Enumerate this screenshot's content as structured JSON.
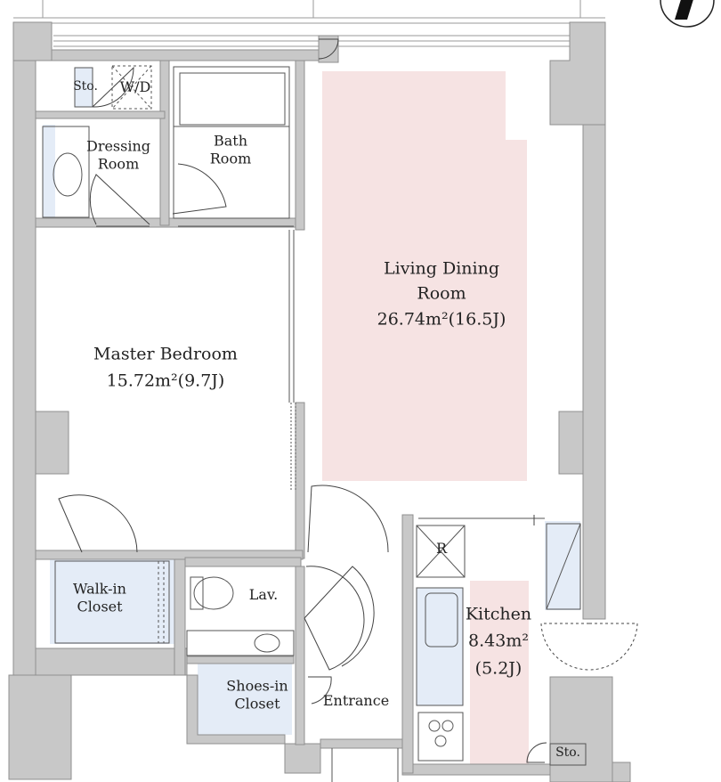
{
  "rooms": {
    "living_dining": {
      "name_line1": "Living Dining",
      "name_line2": "Room",
      "area": "26.74m²(16.5J)"
    },
    "master_bedroom": {
      "name": "Master Bedroom",
      "area": "15.72m²(9.7J)"
    },
    "kitchen": {
      "name": "Kitchen",
      "area": "8.43m²",
      "area_jo": "(5.2J)"
    },
    "bath": {
      "name_line1": "Bath",
      "name_line2": "Room"
    },
    "dressing": {
      "name_line1": "Dressing",
      "name_line2": "Room"
    },
    "walk_in_closet": {
      "name_line1": "Walk-in",
      "name_line2": "Closet"
    },
    "shoes_in_closet": {
      "name_line1": "Shoes-in",
      "name_line2": "Closet"
    },
    "entrance": {
      "name": "Entrance"
    },
    "lavatory": {
      "name": "Lav."
    },
    "storage_top": {
      "name": "Sto."
    },
    "storage_bottom": {
      "name": "Sto."
    },
    "washer_dryer": {
      "name": "W/D"
    },
    "refrigerator": {
      "name": "R"
    }
  },
  "colors": {
    "wall": "#c8c8c8",
    "wall_edge": "#8f8f8f",
    "living_highlight": "#f6e3e3",
    "wet_area": "#e4ecf7",
    "line": "#555555"
  },
  "icons": {
    "compass": "north-compass-icon"
  }
}
